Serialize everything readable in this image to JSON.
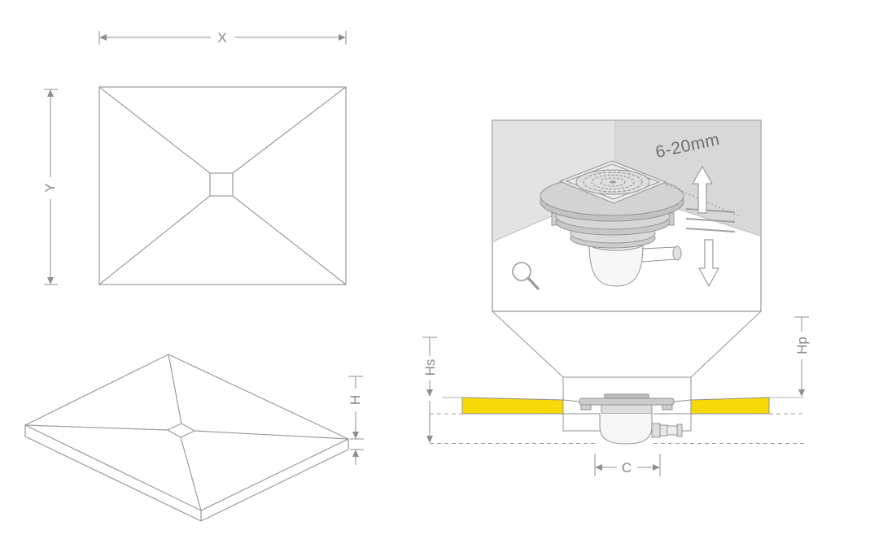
{
  "diagram": {
    "type": "technical-drawing-shower-tray-drain",
    "views": {
      "plan": {
        "dim_width_label": "X",
        "dim_depth_label": "Y"
      },
      "perspective": {
        "dim_edge_height_label": "H"
      },
      "detail": {
        "tile_thickness_range": "6-20mm"
      },
      "section": {
        "dim_total_height_label": "Hs",
        "dim_trap_height_label": "Hp",
        "dim_outlet_offset_label": "C"
      }
    },
    "icons": [
      "magnifier-icon",
      "arrow-up-icon",
      "arrow-down-icon"
    ],
    "colors": {
      "tray_highlight": "#f7d908",
      "wall_shade": "#e0e0e0",
      "line": "#959595",
      "label_text": "#8a8a8a"
    }
  }
}
